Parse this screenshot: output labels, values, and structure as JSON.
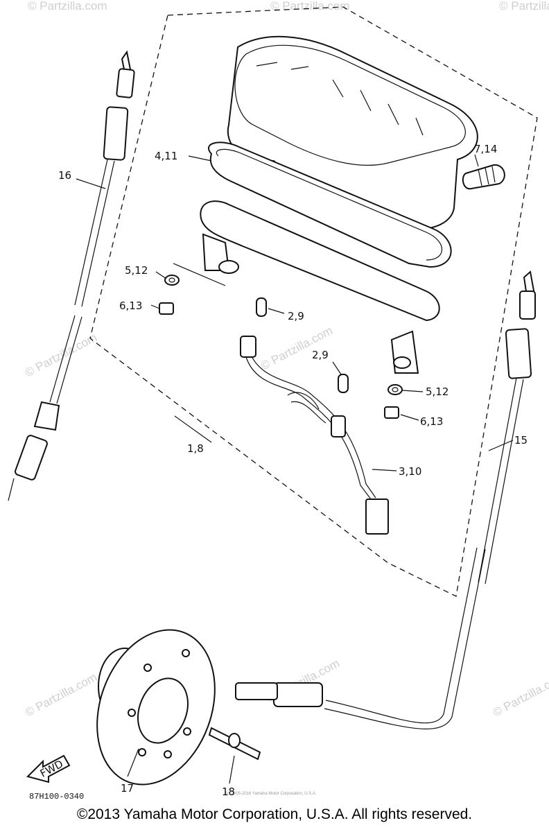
{
  "watermarks": {
    "brand": "© Partzilla.com",
    "small": "(c) 2005-2016 Yamaha Motor Corporation, U.S.A."
  },
  "callouts": {
    "c1": "1,8",
    "c2a": "2,9",
    "c2b": "2,9",
    "c3": "3,10",
    "c4": "4,11",
    "c5a": "5,12",
    "c5b": "5,12",
    "c6a": "6,13",
    "c6b": "6,13",
    "c7": "7,14",
    "c15": "15",
    "c16": "16",
    "c17": "17",
    "c18": "18"
  },
  "fwd_label": "FWD",
  "diagram_code": "87H100-0340",
  "copyright": "©2013 Yamaha Motor Corporation, U.S.A. All rights reserved."
}
